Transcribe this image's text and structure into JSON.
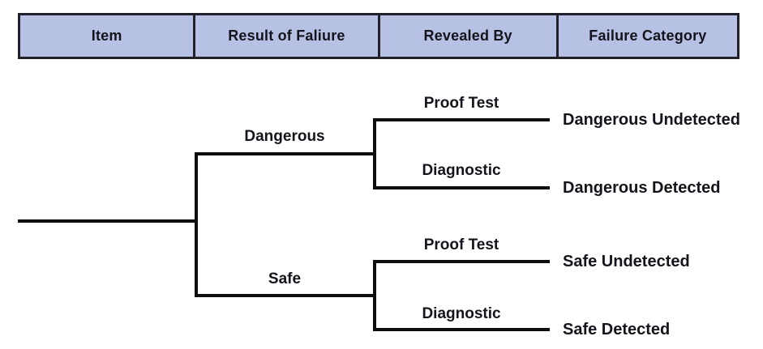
{
  "header": {
    "columns": [
      "Item",
      "Result of Faliure",
      "Revealed By",
      "Failure Category"
    ]
  },
  "tree": {
    "branches": [
      {
        "result_of_failure": "Dangerous",
        "children": [
          {
            "revealed_by": "Proof Test",
            "failure_category": "Dangerous Undetected"
          },
          {
            "revealed_by": "Diagnostic",
            "failure_category": "Dangerous Detected"
          }
        ]
      },
      {
        "result_of_failure": "Safe",
        "children": [
          {
            "revealed_by": "Proof Test",
            "failure_category": "Safe Undetected"
          },
          {
            "revealed_by": "Diagnostic",
            "failure_category": "Safe Detected"
          }
        ]
      }
    ]
  },
  "colors": {
    "header_fill": "#b6c1e3",
    "header_border": "#20202a",
    "line": "#0e0e0e",
    "text": "#14141c",
    "background": "#ffffff"
  }
}
